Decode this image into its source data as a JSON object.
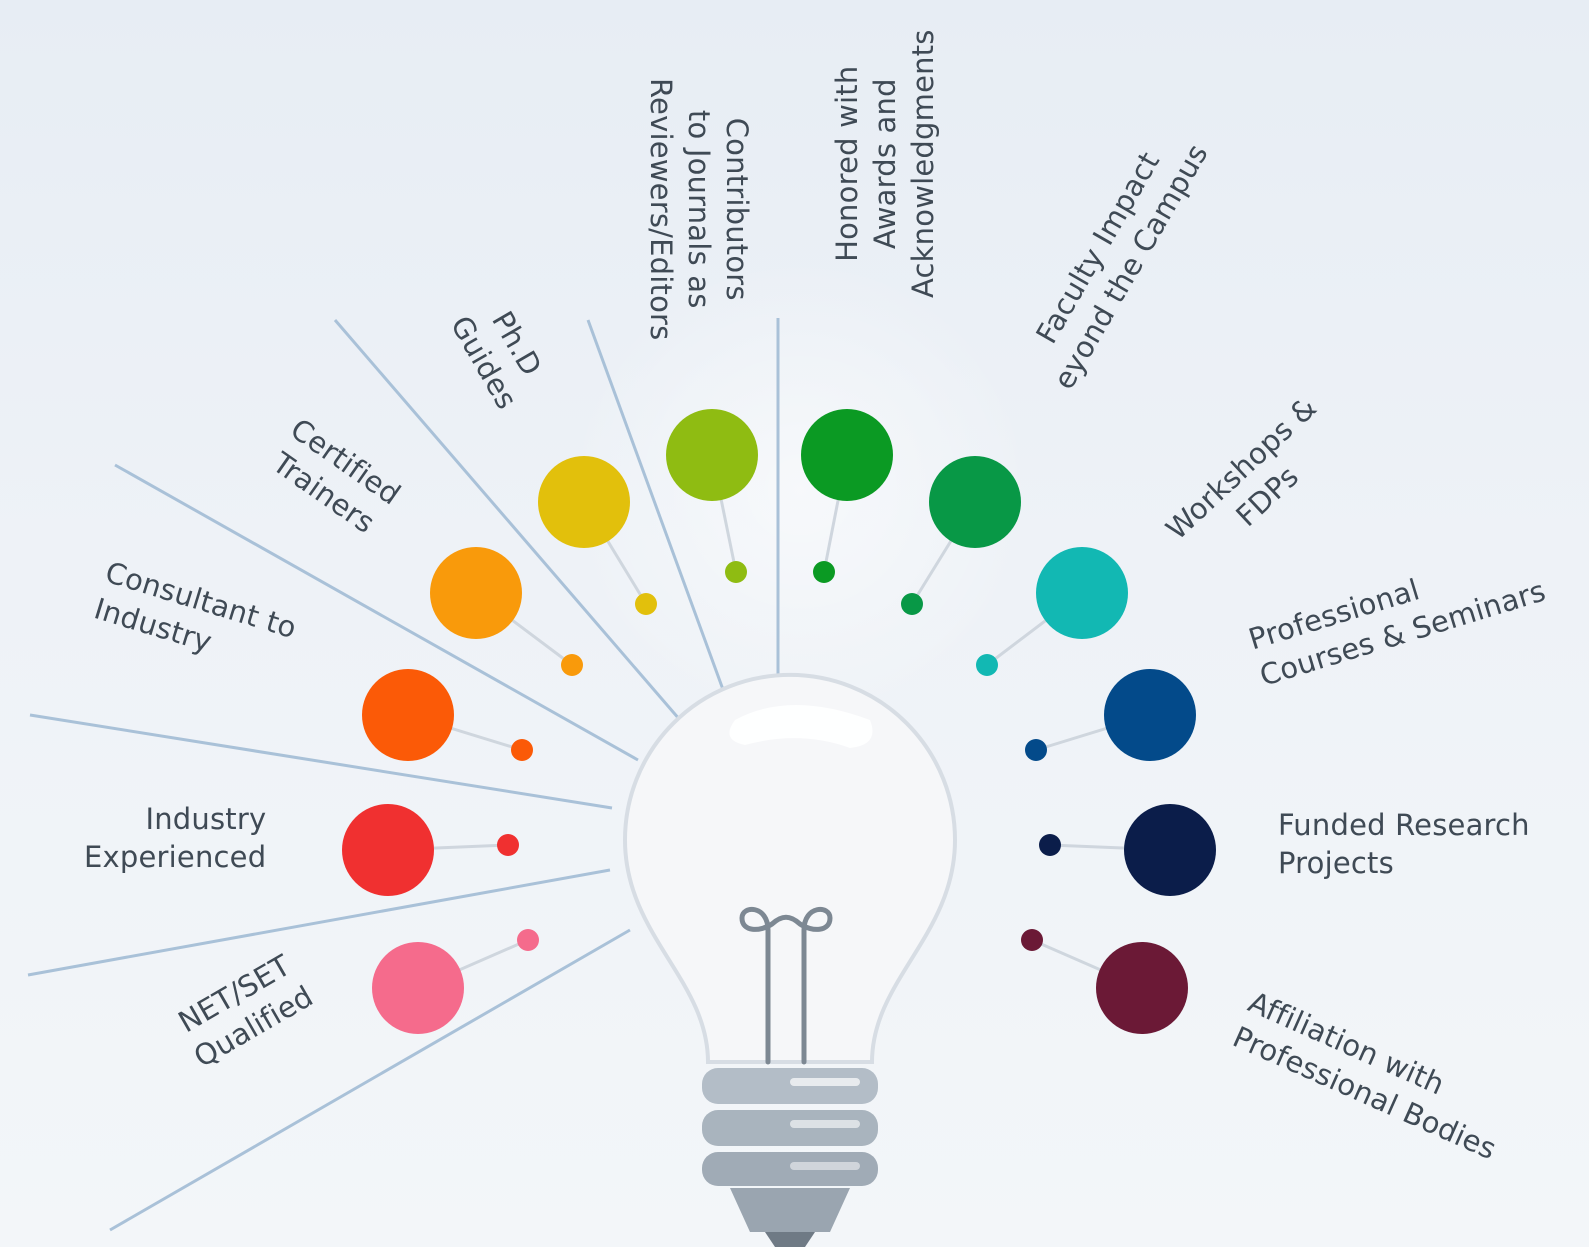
{
  "diagram": {
    "colors": {
      "background": "#e9eef4",
      "ray": "#a9c1d8",
      "bulb_glass": "#f7f8fa",
      "bulb_base": "#aeb8c2"
    },
    "items": [
      {
        "id": "net-set",
        "label": "NET/SET\nQualified",
        "color": "#f56b8c"
      },
      {
        "id": "industry-experienced",
        "label": "Industry\nExperienced",
        "color": "#f03030"
      },
      {
        "id": "consultant",
        "label": "Consultant to\nIndustry",
        "color": "#fb5a07"
      },
      {
        "id": "certified-trainers",
        "label": "Certified\nTrainers",
        "color": "#f99a0b"
      },
      {
        "id": "phd-guides",
        "label": "Ph.D\nGuides",
        "color": "#e2c00c"
      },
      {
        "id": "contributors",
        "label": "Contributors\nto Journals as\nReviewers/Editors",
        "color": "#8fbc12"
      },
      {
        "id": "honored",
        "label": "Honored with\nAwards and\nAcknowledgments",
        "color": "#0b9a23"
      },
      {
        "id": "faculty-impact",
        "label": "Faculty Impact\neyond the Campus",
        "color": "#089846"
      },
      {
        "id": "workshops",
        "label": "Workshops &\nFDPs",
        "color": "#12b8b3"
      },
      {
        "id": "professional-courses",
        "label": "Professional\nCourses & Seminars",
        "color": "#034a8a"
      },
      {
        "id": "funded-research",
        "label": "Funded Research\nProjects",
        "color": "#0b1d4a"
      },
      {
        "id": "affiliation",
        "label": "Affiliation with\nProfessional Bodies",
        "color": "#6b1936"
      }
    ]
  }
}
